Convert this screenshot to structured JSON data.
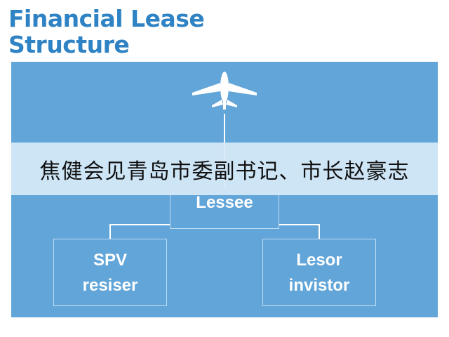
{
  "title": {
    "line1": "Financial Lease",
    "line2": "Structure"
  },
  "diagram": {
    "icon": "airplane-icon",
    "lessee": "Lessee",
    "spv": {
      "line1": "SPV",
      "line2": "resiser"
    },
    "lesor": {
      "line1": "Lesor",
      "line2": "invistor"
    }
  },
  "banner_text": "焦健会见青岛市委副书记、市长赵豪志",
  "colors": {
    "title": "#2f83c4",
    "panel": "#62a5d9",
    "box_border": "#bedcf3",
    "box_text": "#ffffff",
    "banner_bg": "#d6e9f7"
  }
}
